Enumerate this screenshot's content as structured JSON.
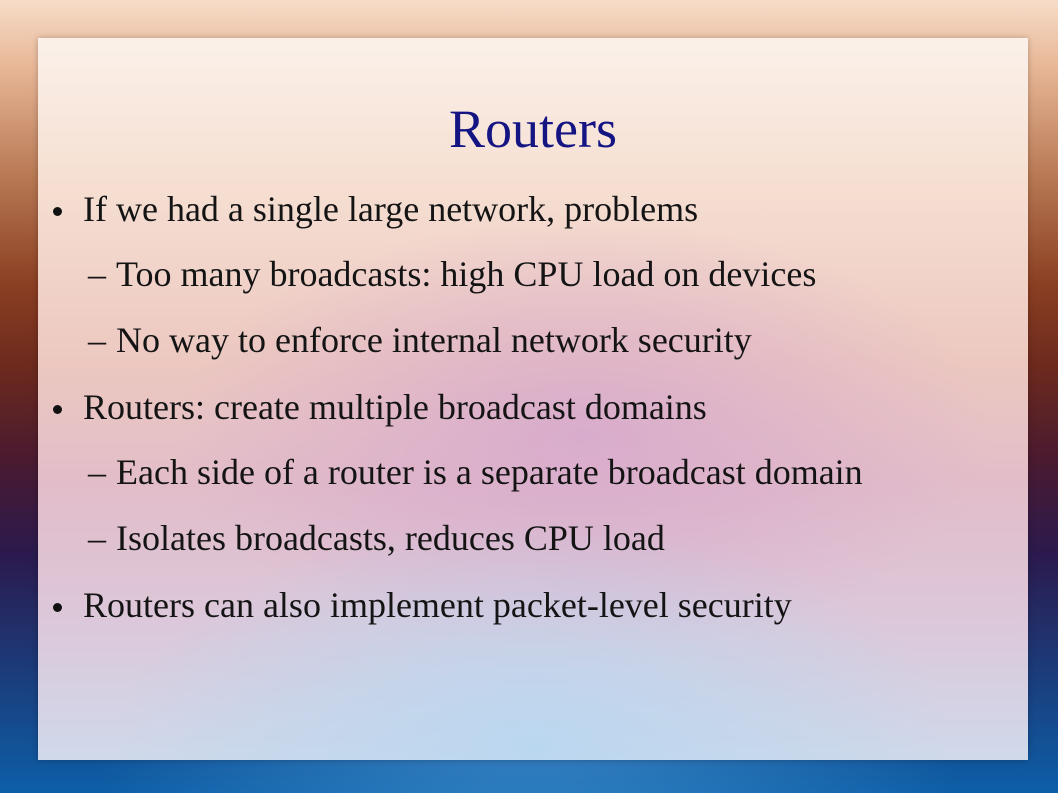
{
  "slide": {
    "title": "Routers",
    "items": [
      {
        "level": 1,
        "marker": "bullet",
        "text": "If we had a single large network, problems"
      },
      {
        "level": 2,
        "marker": "–",
        "text": "Too many broadcasts: high CPU load on devices"
      },
      {
        "level": 2,
        "marker": "–",
        "text": "No way to enforce internal network security"
      },
      {
        "level": 1,
        "marker": "bullet",
        "text": "Routers: create multiple broadcast domains"
      },
      {
        "level": 2,
        "marker": "–",
        "text": "Each side of a router is a separate broadcast domain"
      },
      {
        "level": 2,
        "marker": "–",
        "text": "Isolates broadcasts, reduces CPU load"
      },
      {
        "level": 1,
        "marker": "bullet",
        "text": "Routers can also implement packet-level security"
      }
    ]
  }
}
